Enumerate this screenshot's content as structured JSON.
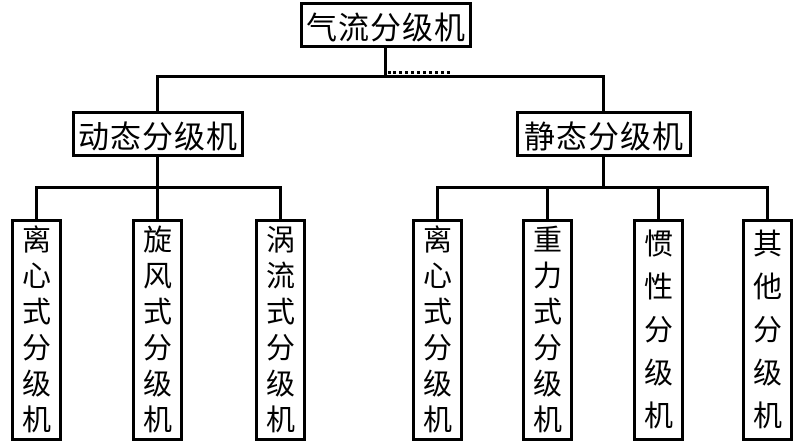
{
  "root": {
    "label": "气流分级机"
  },
  "branches": [
    {
      "label": "动态分级机",
      "children": [
        {
          "label": "离心式分级机"
        },
        {
          "label": "旋风式分级机"
        },
        {
          "label": "涡流式分级机"
        }
      ]
    },
    {
      "label": "静态分级机",
      "children": [
        {
          "label": "离心式分级机"
        },
        {
          "label": "重力式分级机"
        },
        {
          "label": "惯性分级机"
        },
        {
          "label": "其他分级机"
        }
      ]
    }
  ],
  "colors": {
    "line": "#000000",
    "background": "#ffffff",
    "text": "#000000"
  }
}
